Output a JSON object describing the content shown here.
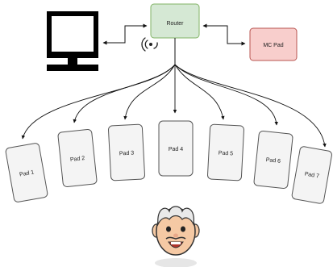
{
  "router": {
    "label": "Router",
    "fill": "#d5e8d4",
    "stroke": "#82b366"
  },
  "mc_pad": {
    "label": "MC Pad",
    "fill": "#f8cecc",
    "stroke": "#b85450"
  },
  "pads": [
    {
      "label": "Pad 1"
    },
    {
      "label": "Pad 2"
    },
    {
      "label": "Pad 3"
    },
    {
      "label": "Pad 4"
    },
    {
      "label": "Pad 5"
    },
    {
      "label": "Pad 6"
    },
    {
      "label": "Pad 7"
    }
  ],
  "pad_style": {
    "fill": "#f4f4f4",
    "stroke": "#555555"
  },
  "icons": {
    "computer": "computer-monitor-icon",
    "wifi": "wifi-signal-icon",
    "user": "elderly-man-avatar-icon"
  }
}
